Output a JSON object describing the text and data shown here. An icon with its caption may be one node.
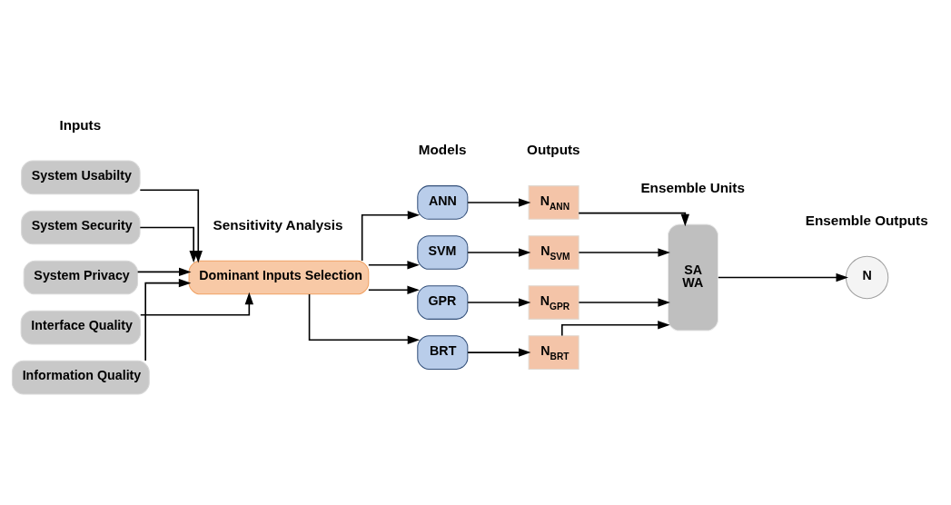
{
  "diagram": {
    "nodes": [
      {
        "text": [
          "System Usabilty"
        ]
      },
      {
        "text": [
          "System Security"
        ]
      },
      {
        "text": [
          "System Privacy"
        ]
      },
      {
        "text": [
          "Interface Quality"
        ]
      },
      {
        "text": [
          "Information Quality"
        ]
      },
      {
        "text": [
          "Dominant Inputs Selection"
        ]
      },
      {
        "text": [
          "ANN"
        ]
      },
      {
        "text": [
          "SVM"
        ]
      },
      {
        "text": [
          "GPR"
        ]
      },
      {
        "text": [
          "BRT"
        ]
      },
      {
        "text": [
          "N$_{ANN}$"
        ]
      },
      {
        "text": [
          "N$_{SVM}$"
        ]
      },
      {
        "text": [
          "N$_{GPR}$"
        ]
      },
      {
        "text": [
          "N$_{BRT}$"
        ]
      },
      {
        "text": [
          "SA",
          "WA"
        ]
      },
      {
        "text": [
          "N"
        ]
      }
    ],
    "edges": [
      {
        "from": 0,
        "to": 5,
        "arrow": "to"
      },
      {
        "from": 1,
        "to": 5,
        "arrow": "to"
      },
      {
        "from": 2,
        "to": 5,
        "arrow": "to"
      },
      {
        "from": 3,
        "to": 5,
        "arrow": "to"
      },
      {
        "from": 4,
        "to": 5,
        "arrow": "to"
      },
      {
        "from": 5,
        "to": 6,
        "arrow": "to"
      },
      {
        "from": 5,
        "to": 7,
        "arrow": "to"
      },
      {
        "from": 5,
        "to": 8,
        "arrow": "to"
      },
      {
        "from": 5,
        "to": 9,
        "arrow": "to"
      },
      {
        "from": 6,
        "to": 10,
        "arrow": "to"
      },
      {
        "from": 7,
        "to": 11,
        "arrow": "to"
      },
      {
        "from": 8,
        "to": 12,
        "arrow": "to"
      },
      {
        "from": 9,
        "to": 13,
        "arrow": "to"
      },
      {
        "from": 10,
        "to": 14,
        "arrow": "to"
      },
      {
        "from": 11,
        "to": 14,
        "arrow": "to"
      },
      {
        "from": 12,
        "to": 14,
        "arrow": "to"
      },
      {
        "from": 13,
        "to": 14,
        "arrow": "to"
      },
      {
        "from": 14,
        "to": 15,
        "arrow": "to"
      }
    ],
    "labels": [
      "Inputs",
      "Sensitivity Analysis",
      "Models",
      "Outputs",
      "Ensemble Units",
      "Ensemble Outputs"
    ]
  }
}
